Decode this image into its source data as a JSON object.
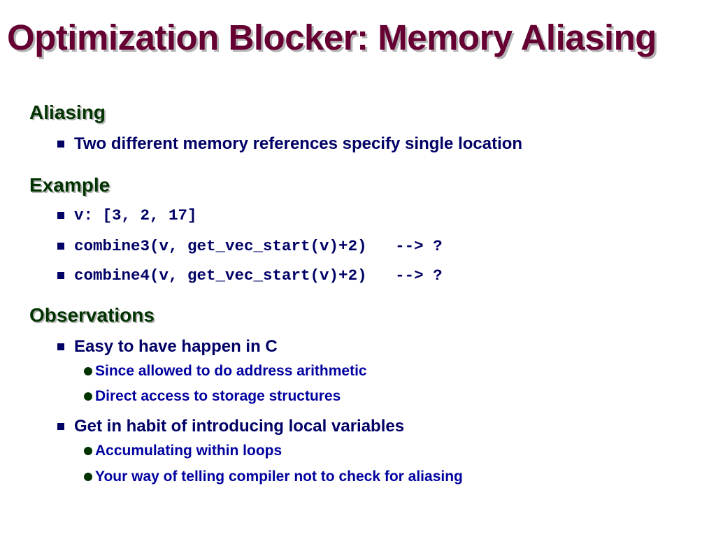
{
  "slide": {
    "title": "Optimization Blocker: Memory Aliasing",
    "sections": {
      "aliasing": {
        "heading": "Aliasing",
        "items": [
          "Two different memory references specify single location"
        ]
      },
      "example": {
        "heading": "Example",
        "code_lines": [
          "v: [3, 2, 17]",
          "combine3(v, get_vec_start(v)+2)   --> ?",
          "combine4(v, get_vec_start(v)+2)   --> ?"
        ]
      },
      "observations": {
        "heading": "Observations",
        "items": [
          {
            "text": "Easy to have happen in C",
            "subitems": [
              "Since allowed to do address arithmetic",
              "Direct access to storage structures"
            ]
          },
          {
            "text": "Get in habit of introducing local variables",
            "subitems": [
              "Accumulating within loops",
              "Your way of telling compiler not to check for aliasing"
            ]
          }
        ]
      }
    },
    "colors": {
      "title": "#660033",
      "heading": "#003300",
      "body": "#000066",
      "subitem": "#0000a0",
      "shadow": "#b4b4b4"
    },
    "icons": {
      "level1_bullet": "square-bullet-icon",
      "level2_bullet": "round-bullet-icon"
    }
  }
}
